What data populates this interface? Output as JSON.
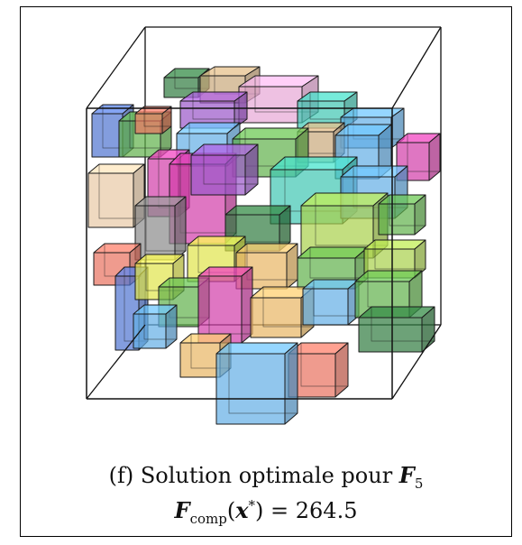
{
  "caption": {
    "line1_text": "(f) Solution optimale pour ",
    "line1_var": "F",
    "line1_sub": "5",
    "line2_var": "F",
    "line2_sub": "comp",
    "line2_open": "(",
    "line2_arg": "x",
    "line2_sup": "*",
    "line2_rest": ") = 264.5"
  },
  "colors": {
    "blue": "#4f74d0",
    "skyblue": "#63aee6",
    "magenta": "#d23ca8",
    "purple": "#9a55c9",
    "green": "#5fb04a",
    "darkgreen": "#2f7a3e",
    "teal": "#3fc6b2",
    "salmon": "#e8705e",
    "yellow": "#dfe44a",
    "beige": "#e8c9a5",
    "orange": "#e8b562",
    "gray": "#8a8a8a",
    "pink": "#e7a6d6",
    "lime": "#a8d04a",
    "tan": "#c9a87a"
  }
}
